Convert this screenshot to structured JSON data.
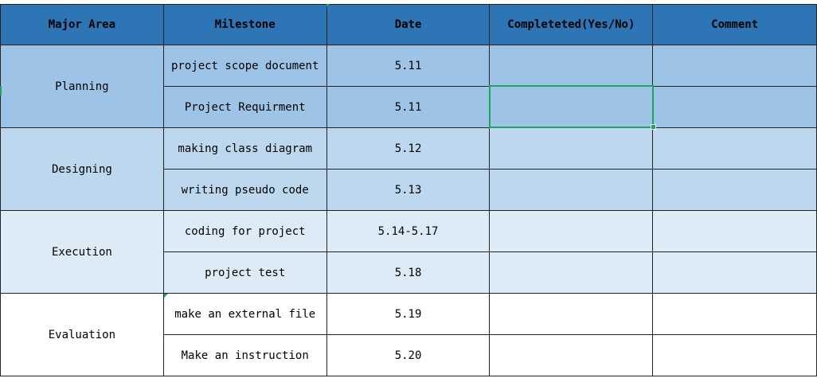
{
  "headers": {
    "major_area": "Major Area",
    "milestone": "Milestone",
    "date": "Date",
    "completed": "Completeted(Yes/No)",
    "comment": "Comment"
  },
  "areas": {
    "planning": "Planning",
    "designing": "Designing",
    "execution": "Execution",
    "evaluation": "Evaluation"
  },
  "rows": [
    {
      "milestone": "project scope document",
      "date": "5.11",
      "completed": "",
      "comment": ""
    },
    {
      "milestone": "Project Requirment",
      "date": "5.11",
      "completed": "",
      "comment": ""
    },
    {
      "milestone": "making class diagram",
      "date": "5.12",
      "completed": "",
      "comment": ""
    },
    {
      "milestone": "writing pseudo code",
      "date": "5.13",
      "completed": "",
      "comment": ""
    },
    {
      "milestone": "coding for project",
      "date": "5.14-5.17",
      "completed": "",
      "comment": ""
    },
    {
      "milestone": "project test",
      "date": "5.18",
      "completed": "",
      "comment": ""
    },
    {
      "milestone": "make an external file",
      "date": "5.19",
      "completed": "",
      "comment": ""
    },
    {
      "milestone": "Make an instruction",
      "date": "5.20",
      "completed": "",
      "comment": ""
    }
  ],
  "colors": {
    "header_bg": "#2e75b6",
    "planning_bg": "#9dc3e6",
    "designing_bg": "#bdd7ee",
    "execution_bg": "#ddebf7",
    "evaluation_bg": "#ffffff",
    "selection_border": "#21a366"
  }
}
